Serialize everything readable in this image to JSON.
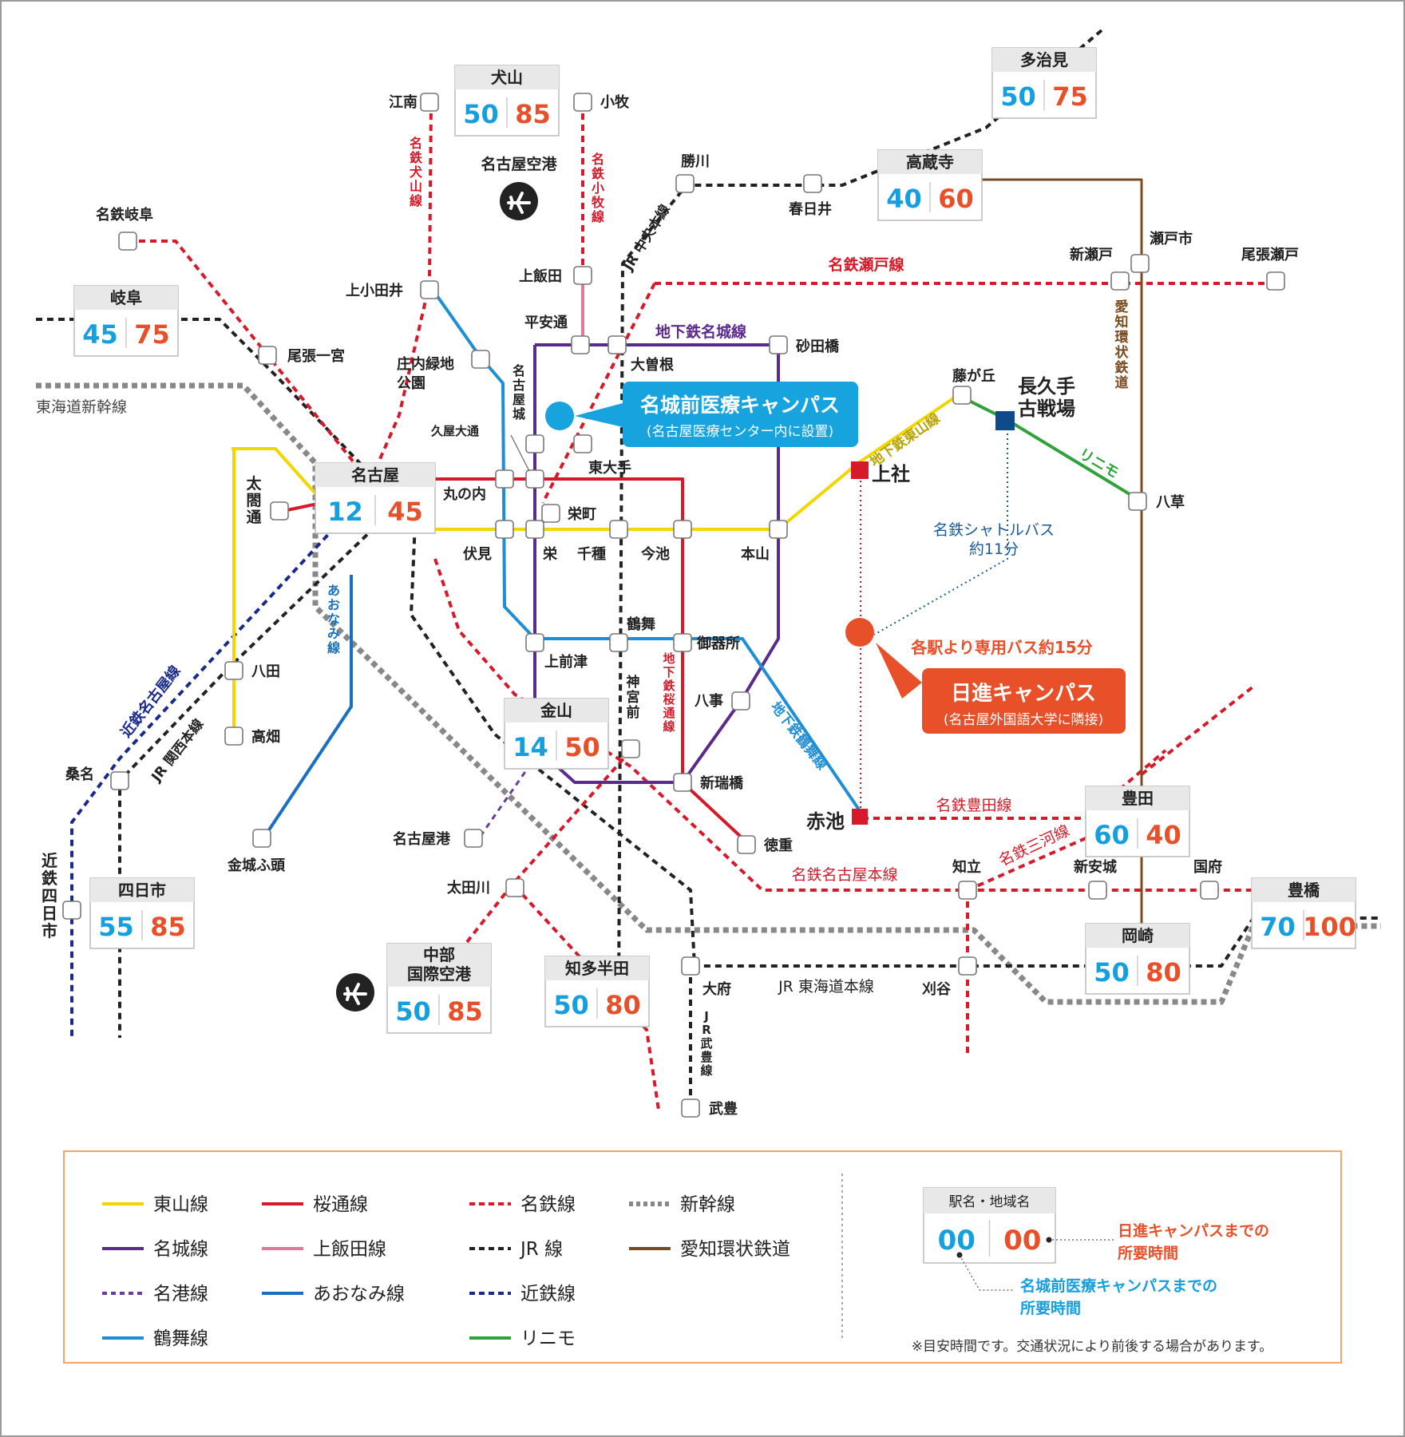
{
  "colors": {
    "higashiyama": "#f2d600",
    "meijo": "#5b2a8c",
    "meiko": "#6a3d9a",
    "tsurumai": "#1e8ed6",
    "sakuradori": "#d61a2a",
    "kamiiida": "#e07a98",
    "aonami": "#1770c0",
    "meitetsu": "#d61a2a",
    "jr": "#222222",
    "kintetsu": "#1a2a8a",
    "linimo": "#2ea33a",
    "shinkansen": "#888888",
    "aikan": "#7b4a1e",
    "nisshin_time": "#e8502a",
    "meijo_time": "#159fde",
    "shuttle": "#1a5a9a"
  },
  "time_boxes": [
    {
      "id": "inuyama",
      "name": "犬山",
      "meijo": "50",
      "nisshin": "85"
    },
    {
      "id": "tajimi",
      "name": "多治見",
      "meijo": "50",
      "nisshin": "75"
    },
    {
      "id": "kozoji",
      "name": "高蔵寺",
      "meijo": "40",
      "nisshin": "60"
    },
    {
      "id": "gifu",
      "name": "岐阜",
      "meijo": "45",
      "nisshin": "75"
    },
    {
      "id": "nagoya",
      "name": "名古屋",
      "meijo": "12",
      "nisshin": "45"
    },
    {
      "id": "kanayama",
      "name": "金山",
      "meijo": "14",
      "nisshin": "50"
    },
    {
      "id": "toyota",
      "name": "豊田",
      "meijo": "60",
      "nisshin": "40"
    },
    {
      "id": "yokkaichi",
      "name": "四日市",
      "meijo": "55",
      "nisshin": "85"
    },
    {
      "id": "centrair",
      "name": "中部\n国際空港",
      "meijo": "50",
      "nisshin": "85"
    },
    {
      "id": "chitahanda",
      "name": "知多半田",
      "meijo": "50",
      "nisshin": "80"
    },
    {
      "id": "okazaki",
      "name": "岡崎",
      "meijo": "50",
      "nisshin": "80"
    },
    {
      "id": "toyohashi",
      "name": "豊橋",
      "meijo": "70",
      "nisshin": "100"
    }
  ],
  "stations": [
    {
      "id": "konan",
      "name": "江南"
    },
    {
      "id": "komaki",
      "name": "小牧"
    },
    {
      "id": "katsukawa",
      "name": "勝川"
    },
    {
      "id": "kasugai",
      "name": "春日井"
    },
    {
      "id": "meitetsugifu",
      "name": "名鉄岐阜"
    },
    {
      "id": "kamiiida",
      "name": "上飯田"
    },
    {
      "id": "kamiotai",
      "name": "上小田井"
    },
    {
      "id": "heiandori",
      "name": "平安通"
    },
    {
      "id": "shinseto",
      "name": "新瀬戸"
    },
    {
      "id": "setoshi",
      "name": "瀬戸市"
    },
    {
      "id": "owariseto",
      "name": "尾張瀬戸"
    },
    {
      "id": "owariichinomiya",
      "name": "尾張一宮"
    },
    {
      "id": "shonai",
      "name": "庄内緑地\n公園"
    },
    {
      "id": "ozone",
      "name": "大曽根"
    },
    {
      "id": "sunadabashi",
      "name": "砂田橋"
    },
    {
      "id": "fujigaoka",
      "name": "藤が丘"
    },
    {
      "id": "nagoyajo",
      "name": "名古屋城"
    },
    {
      "id": "hisaya",
      "name": "久屋大通"
    },
    {
      "id": "higashiozone",
      "name": "東大手"
    },
    {
      "id": "taiko",
      "name": "太閤通"
    },
    {
      "id": "marunouchi",
      "name": "丸の内"
    },
    {
      "id": "sakaemachi",
      "name": "栄町"
    },
    {
      "id": "fushimi",
      "name": "伏見"
    },
    {
      "id": "sakae",
      "name": "栄"
    },
    {
      "id": "chikusa",
      "name": "千種"
    },
    {
      "id": "imaike",
      "name": "今池"
    },
    {
      "id": "motoyama",
      "name": "本山"
    },
    {
      "id": "yagusa",
      "name": "八草"
    },
    {
      "id": "tsurumai",
      "name": "鶴舞"
    },
    {
      "id": "gokiso",
      "name": "御器所"
    },
    {
      "id": "kamimaezu",
      "name": "上前津"
    },
    {
      "id": "hatta",
      "name": "八田"
    },
    {
      "id": "takabata",
      "name": "高畑"
    },
    {
      "id": "yagoto",
      "name": "八事"
    },
    {
      "id": "jingumae",
      "name": "神宮前"
    },
    {
      "id": "kuwana",
      "name": "桑名"
    },
    {
      "id": "aratamabashi",
      "name": "新瑞橋"
    },
    {
      "id": "nagoyako",
      "name": "名古屋港"
    },
    {
      "id": "tokushige",
      "name": "徳重"
    },
    {
      "id": "kinjofuto",
      "name": "金城ふ頭"
    },
    {
      "id": "chiryu",
      "name": "知立"
    },
    {
      "id": "shinanjo",
      "name": "新安城"
    },
    {
      "id": "kou",
      "name": "国府"
    },
    {
      "id": "otagawa",
      "name": "太田川"
    },
    {
      "id": "obu",
      "name": "大府"
    },
    {
      "id": "kariya",
      "name": "刈谷"
    },
    {
      "id": "taketoyo",
      "name": "武豊"
    },
    {
      "id": "akaike",
      "name": "赤池"
    },
    {
      "id": "kamiyashiro",
      "name": "上社"
    },
    {
      "id": "nagakute",
      "name": "長久手\n古戦場"
    },
    {
      "id": "nagoyaairport",
      "name": "名古屋空港"
    }
  ],
  "line_labels": {
    "meitetsu_inuyama": "名鉄犬山線",
    "meitetsu_komaki": "名鉄小牧線",
    "jr_chuo": "JR 中央本線",
    "meitetsu_seto": "名鉄瀬戸線",
    "aikan": "愛知環状鉄道",
    "subway_meijo": "地下鉄名城線",
    "tokaido_shinkansen": "東海道新幹線",
    "subway_higashiyama": "地下鉄東山線",
    "linimo": "リニモ",
    "meitetsu_shuttle": "名鉄シャトルバス\n約11分",
    "kintetsu_nagoya": "近鉄名古屋線",
    "jr_kansai": "JR 関西本線",
    "aonami": "あおなみ線",
    "subway_sakuradori": "地下鉄桜通線",
    "subway_tsurumai": "地下鉄鶴舞線",
    "meitetsu_toyota": "名鉄豊田線",
    "meitetsu_mikawa": "名鉄三河線",
    "meitetsu_nagoya": "名鉄名古屋本線",
    "jr_tokaido": "JR 東海道本線",
    "jr_taketoyo": "JR武豊線",
    "kintetsu_yokkaichi": "近鉄四日市"
  },
  "campus": {
    "meijo": {
      "title": "名城前医療キャンパス",
      "sub": "(名古屋医療センター内に設置)"
    },
    "nisshin": {
      "title": "日進キャンパス",
      "sub": "(名古屋外国語大学に隣接)"
    },
    "bus_note": "各駅より専用バス約15分"
  },
  "legend": {
    "items": [
      {
        "label": "東山線",
        "line": "higashiyama"
      },
      {
        "label": "名城線",
        "line": "meijo"
      },
      {
        "label": "名港線",
        "line": "meiko"
      },
      {
        "label": "鶴舞線",
        "line": "tsurumai"
      },
      {
        "label": "桜通線",
        "line": "sakuradori"
      },
      {
        "label": "上飯田線",
        "line": "kamiiida"
      },
      {
        "label": "あおなみ線",
        "line": "aonami"
      },
      {
        "label": "名鉄線",
        "line": "meitetsu"
      },
      {
        "label": "JR 線",
        "line": "jr"
      },
      {
        "label": "近鉄線",
        "line": "kintetsu"
      },
      {
        "label": "リニモ",
        "line": "linimo"
      },
      {
        "label": "新幹線",
        "line": "shinkansen"
      },
      {
        "label": "愛知環状鉄道",
        "line": "aikan"
      }
    ],
    "sample": {
      "title": "駅名・地域名",
      "left": "00",
      "right": "00"
    },
    "nisshin_note": "日進キャンパスまでの\n所要時間",
    "meijo_note": "名城前医療キャンパスまでの\n所要時間",
    "disclaimer": "※目安時間です。交通状況により前後する場合があります。"
  }
}
